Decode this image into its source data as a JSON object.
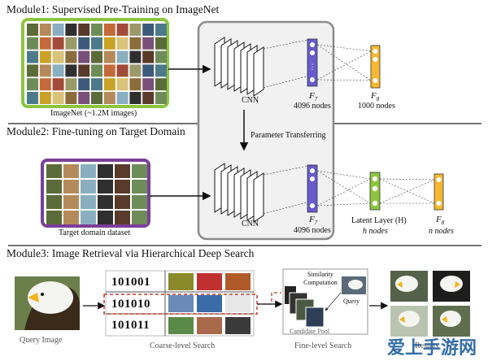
{
  "modules": [
    {
      "title": "Module1: Supervised Pre-Training on ImageNet"
    },
    {
      "title": "Module2: Fine-tuning on Target Domain"
    },
    {
      "title": "Module3: Image Retrieval via Hierarchical Deep Search"
    }
  ],
  "module1": {
    "dataset_label": "ImageNet (~1.2M images)",
    "cnn_label": "CNN",
    "f7_label": "F",
    "f7_sub": "7",
    "f7_nodes": "4096 nodes",
    "f8_label": "F",
    "f8_sub": "8",
    "f8_nodes": "1000 nodes"
  },
  "transfer_label": "Parameter Transferring",
  "module2": {
    "dataset_label": "Target domain dataset",
    "cnn_label": "CNN",
    "f7_label": "F",
    "f7_sub": "7",
    "f7_nodes": "4096 nodes",
    "latent_label": "Latent Layer (H)",
    "latent_nodes": "h nodes",
    "f8_label": "F",
    "f8_sub": "8",
    "f8_nodes": "n nodes"
  },
  "module3": {
    "query_label": "Query Image",
    "codes": [
      "101001",
      "101010",
      "101011"
    ],
    "coarse_label": "Coarse-level Search",
    "similarity_label": "Similarity Computation",
    "query_tag": "Query",
    "candidate_label": "Candidate Pool",
    "fine_label": "Fine-level Search",
    "results_label": "Results"
  },
  "watermark": "爱上手游网",
  "colors": {
    "imagenet_border": "#8cc63f",
    "target_border": "#7b3f98",
    "f7_fill": "#6a5acd",
    "f8_fill": "#f7b731",
    "latent_fill": "#8cc63f",
    "dash_red": "#c0392b",
    "shared_box": "#888888"
  }
}
